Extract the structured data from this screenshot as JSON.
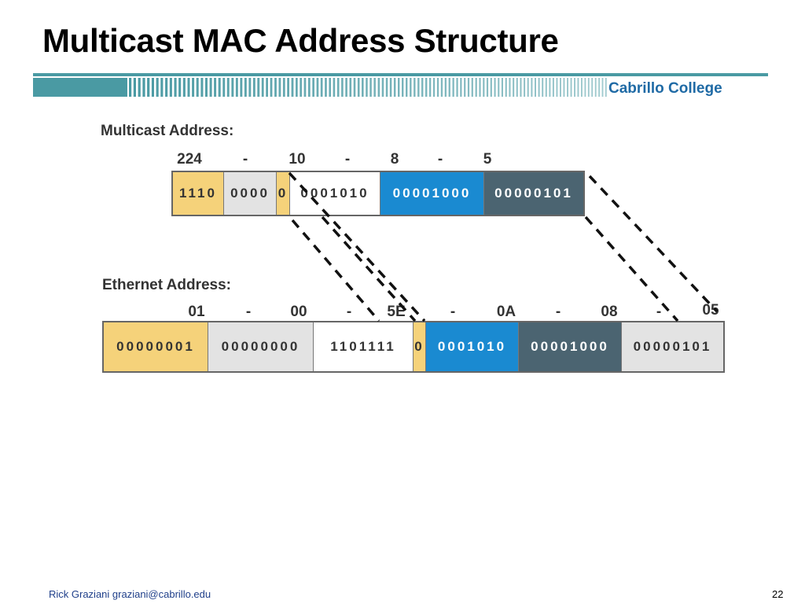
{
  "slide": {
    "title": "Multicast MAC Address Structure",
    "brand": "Cabrillo College",
    "footer": "Rick Graziani  graziani@cabrillo.edu",
    "page_number": "22"
  },
  "multicast": {
    "label": "Multicast Address:",
    "octets": [
      "224",
      "10",
      "8",
      "5"
    ],
    "separator": "-",
    "segments": [
      {
        "bits": "1110",
        "color": "#f5d27a"
      },
      {
        "bits": "0000",
        "color": "#e3e3e3"
      },
      {
        "bits": "0",
        "color": "#f5d27a"
      },
      {
        "bits": "0001010",
        "color": "#ffffff"
      },
      {
        "bits": "00001000",
        "color": "#1a8ad1"
      },
      {
        "bits": "00000101",
        "color": "#4b6471"
      }
    ]
  },
  "ethernet": {
    "label": "Ethernet Address:",
    "octets": [
      "01",
      "00",
      "5E",
      "0A",
      "08",
      "05"
    ],
    "separator": "-",
    "segments": [
      {
        "bits": "00000001",
        "color": "#f5d27a"
      },
      {
        "bits": "00000000",
        "color": "#e3e3e3"
      },
      {
        "bits": "1101111",
        "color": "#ffffff"
      },
      {
        "bits": "0",
        "color": "#f5d27a"
      },
      {
        "bits": "0001010",
        "color": "#1a8ad1"
      },
      {
        "bits": "00001000",
        "color": "#4b6471"
      },
      {
        "bits": "00000101",
        "color": "#e3e3e3"
      }
    ]
  },
  "colors": {
    "band": "#4a9aa3",
    "brand": "#1f6aa5",
    "footer": "#1f3f8a"
  }
}
